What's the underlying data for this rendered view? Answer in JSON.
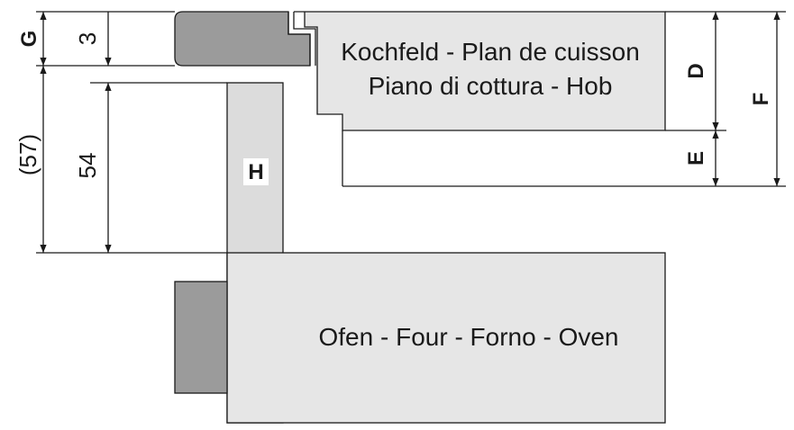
{
  "labels": {
    "hob_line1": "Kochfeld - Plan de cuisson",
    "hob_line2": "Piano di cottura - Hob",
    "oven": "Ofen - Four - Forno - Oven",
    "panel": "H",
    "dim_g": "G",
    "dim_3": "3",
    "dim_57": "(57)",
    "dim_54": "54",
    "dim_d": "D",
    "dim_e": "E",
    "dim_f": "F"
  },
  "colors": {
    "hob": "#e6e6e6",
    "oven": "#e6e6e6",
    "panel": "#dcdcdc",
    "worktop": "#9b9b9b",
    "handle": "#9b9b9b",
    "line": "#1a1a1a"
  }
}
